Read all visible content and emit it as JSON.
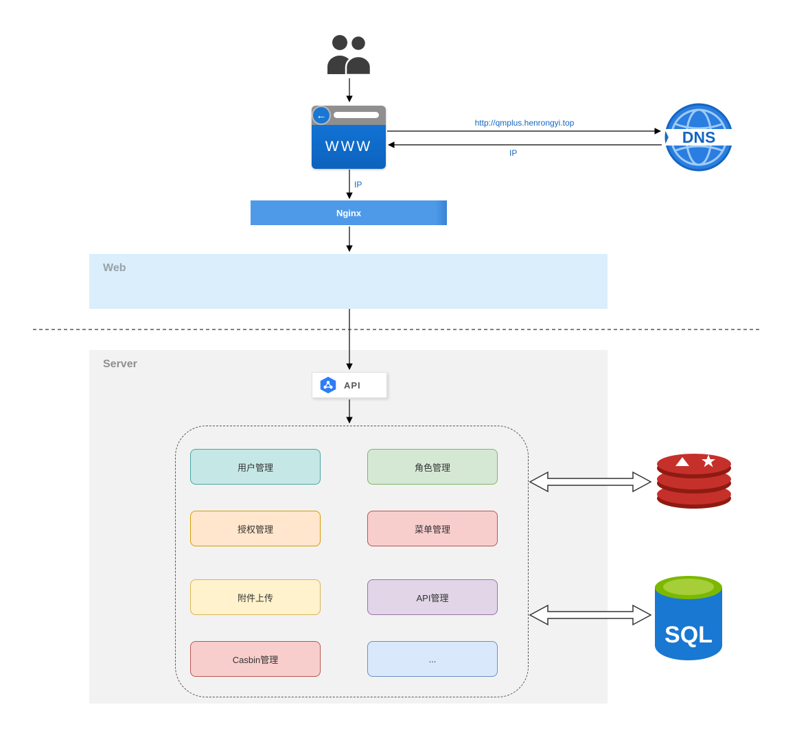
{
  "sections": {
    "web": "Web",
    "server": "Server"
  },
  "browser": {
    "title": "WWW"
  },
  "dns": {
    "label": "DNS"
  },
  "nginx": {
    "label": "Nginx"
  },
  "api": {
    "label": "API"
  },
  "labels": {
    "url": "http://qmplus.henrongyi.top",
    "ip_dns": "IP",
    "ip_nginx": "IP"
  },
  "modules": [
    {
      "label": "用户管理",
      "fill": "#c5e7e5",
      "border": "#4aa5a1"
    },
    {
      "label": "角色管理",
      "fill": "#d5e8d4",
      "border": "#82b366"
    },
    {
      "label": "授权管理",
      "fill": "#ffe6cc",
      "border": "#d79b00"
    },
    {
      "label": "菜单管理",
      "fill": "#f8cecc",
      "border": "#b85450"
    },
    {
      "label": "附件上传",
      "fill": "#fff2cc",
      "border": "#d6b656"
    },
    {
      "label": "API管理",
      "fill": "#e1d5e7",
      "border": "#9673a6"
    },
    {
      "label": "Casbin管理",
      "fill": "#f8cecc",
      "border": "#b85450"
    },
    {
      "label": "...",
      "fill": "#dae8fc",
      "border": "#6c8ebf"
    }
  ],
  "databases": {
    "sql_label": "SQL"
  },
  "icons": {
    "users": "two-person-silhouette",
    "browser_back": "left-arrow-circle",
    "dns": "globe-with-dns-banner",
    "api": "blue-hexagon-nodes",
    "redis": "stacked-red-disks",
    "sql": "blue-database-cylinder"
  },
  "colors": {
    "accent_blue": "#1b76d2",
    "nginx_bar": "#4e9ae9",
    "web_band": "#daeefb",
    "server_band": "#f2f2f2",
    "label_blue": "#1565c0",
    "redis_red": "#c6302b",
    "sql_blue": "#1878d2",
    "sql_top_green": "#a6ce39"
  }
}
